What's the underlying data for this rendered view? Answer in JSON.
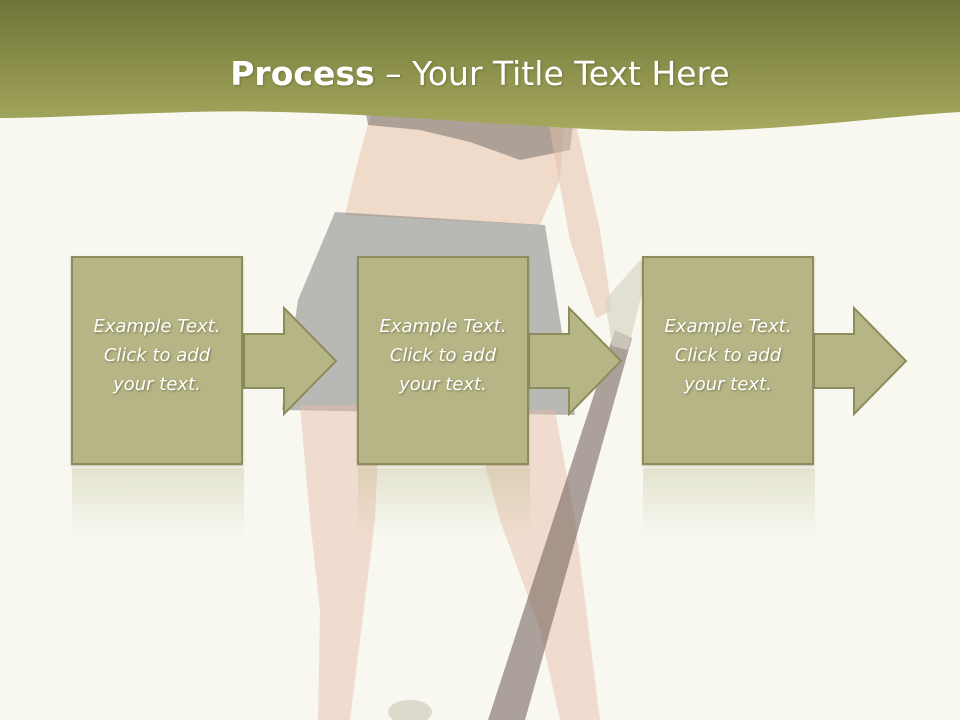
{
  "title": {
    "bold": "Process",
    "separator": " – ",
    "rest": "Your Title Text Here"
  },
  "steps": [
    {
      "line1": "Example Text.",
      "line2": "Click  to add",
      "line3": "your text."
    },
    {
      "line1": "Example Text.",
      "line2": "Click  to add",
      "line3": "your text."
    },
    {
      "line1": "Example Text.",
      "line2": "Click  to add",
      "line3": "your text."
    }
  ],
  "colors": {
    "header": "#9fa258",
    "header_dark": "#6f7538",
    "box_fill": "#b6b586",
    "box_border": "#8d8c5c",
    "background": "#f8f8f1"
  },
  "icons": [
    "right-arrow-icon"
  ]
}
